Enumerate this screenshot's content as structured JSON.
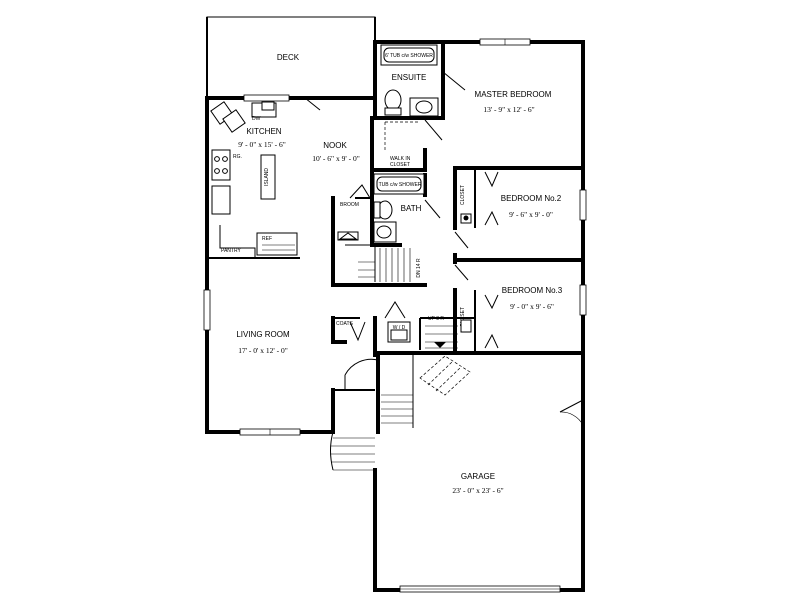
{
  "rooms": {
    "deck": {
      "name": "DECK"
    },
    "ensuite": {
      "name": "ENSUITE"
    },
    "master": {
      "name": "MASTER BEDROOM",
      "dims": "13' - 9\" x 12' - 6\""
    },
    "kitchen": {
      "name": "KITCHEN",
      "dims": "9' - 0\" x 15' - 6\""
    },
    "nook": {
      "name": "NOOK",
      "dims": "10' - 6\" x 9' - 0\""
    },
    "bedroom2": {
      "name": "BEDROOM No.2",
      "dims": "9' - 6\" x 9' - 0\""
    },
    "bedroom3": {
      "name": "BEDROOM No.3",
      "dims": "9' - 0\" x 9' - 6\""
    },
    "living": {
      "name": "LIVING ROOM",
      "dims": "17' - 0' x 12' - 0\""
    },
    "garage": {
      "name": "GARAGE",
      "dims": "23' - 0\" x 23' - 6\""
    }
  },
  "labels": {
    "tub_ensuite": "6' TUB c/w SHOWER",
    "tub_bath": "TUB c/w SHOWER",
    "bath": "BATH",
    "walkin_1": "WALK IN",
    "walkin_2": "CLOSET",
    "dw": "DW",
    "rg": "RG.",
    "island": "ISLAND",
    "pantry": "PANTRY",
    "ref": "REF",
    "broom": "BROOM",
    "closet_b2": "CLOSET",
    "closet_b3": "CLOSET",
    "coats": "COATS",
    "wd": "W / D",
    "up": "UP 8 R",
    "dn": "DN 14 R"
  }
}
